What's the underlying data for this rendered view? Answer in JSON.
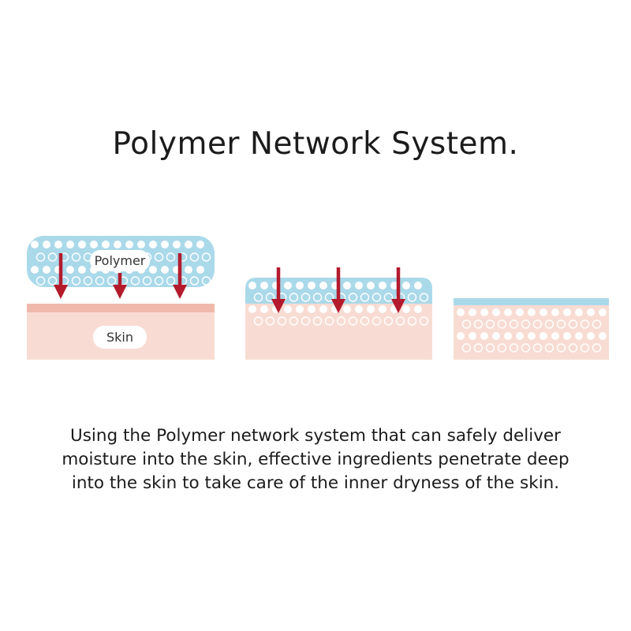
{
  "title": "Polymer Network System.",
  "labels": {
    "polymer": "Polymer",
    "skin": "Skin"
  },
  "caption": {
    "line1": "Using the Polymer network system that can safely deliver",
    "line2": "moisture into the skin, effective ingredients penetrate deep",
    "line3": "into the skin to take care of the inner dryness of the skin."
  },
  "colors": {
    "polymer_blue": "#aad9ea",
    "skin_pink": "#f8dcd3",
    "skin_surface": "#f1b9ac",
    "arrow_red": "#b31b2d",
    "text": "#1b1b1b"
  },
  "stages": [
    {
      "name": "polymer-on-skin"
    },
    {
      "name": "polymer-penetrating"
    },
    {
      "name": "absorbed-into-skin"
    }
  ]
}
